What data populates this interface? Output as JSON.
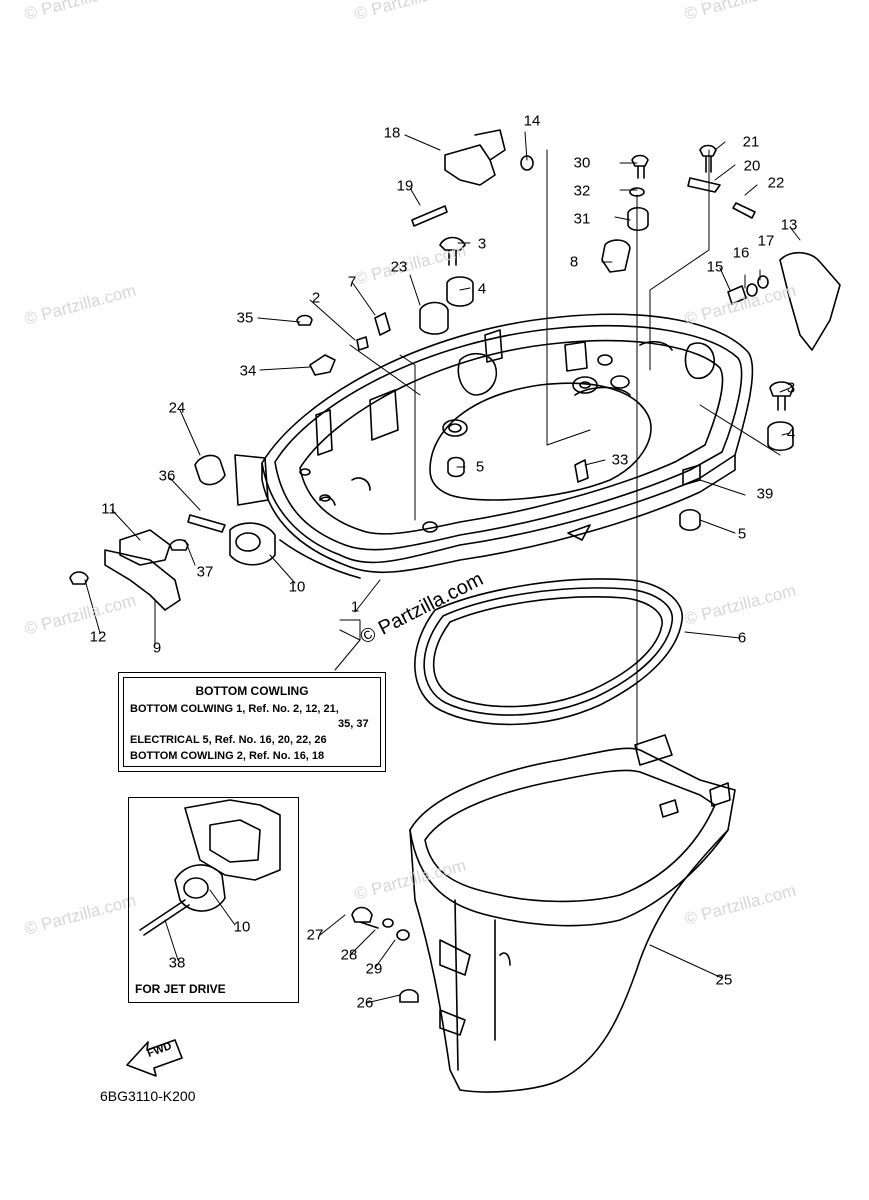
{
  "watermark": "© Partzilla.com",
  "center_watermark": "© Partzilla.com",
  "callouts": [
    {
      "id": "c18",
      "text": "18"
    },
    {
      "id": "c14",
      "text": "14"
    },
    {
      "id": "c21",
      "text": "21"
    },
    {
      "id": "c30",
      "text": "30"
    },
    {
      "id": "c20",
      "text": "20"
    },
    {
      "id": "c22",
      "text": "22"
    },
    {
      "id": "c32",
      "text": "32"
    },
    {
      "id": "c19",
      "text": "19"
    },
    {
      "id": "c31",
      "text": "31"
    },
    {
      "id": "c13",
      "text": "13"
    },
    {
      "id": "c3a",
      "text": "3"
    },
    {
      "id": "c8",
      "text": "8"
    },
    {
      "id": "c17",
      "text": "17"
    },
    {
      "id": "c16",
      "text": "16"
    },
    {
      "id": "c23",
      "text": "23"
    },
    {
      "id": "c15",
      "text": "15"
    },
    {
      "id": "c4a",
      "text": "4"
    },
    {
      "id": "c7",
      "text": "7"
    },
    {
      "id": "c2",
      "text": "2"
    },
    {
      "id": "c35",
      "text": "35"
    },
    {
      "id": "c34",
      "text": "34"
    },
    {
      "id": "c3b",
      "text": "3"
    },
    {
      "id": "c24",
      "text": "24"
    },
    {
      "id": "c4b",
      "text": "4"
    },
    {
      "id": "c5a",
      "text": "5"
    },
    {
      "id": "c33",
      "text": "33"
    },
    {
      "id": "c36",
      "text": "36"
    },
    {
      "id": "c39",
      "text": "39"
    },
    {
      "id": "c11",
      "text": "11"
    },
    {
      "id": "c5b",
      "text": "5"
    },
    {
      "id": "c37",
      "text": "37"
    },
    {
      "id": "c10a",
      "text": "10"
    },
    {
      "id": "c1",
      "text": "1"
    },
    {
      "id": "c12",
      "text": "12"
    },
    {
      "id": "c9",
      "text": "9"
    },
    {
      "id": "c6",
      "text": "6"
    },
    {
      "id": "c10b",
      "text": "10"
    },
    {
      "id": "c27",
      "text": "27"
    },
    {
      "id": "c28",
      "text": "28"
    },
    {
      "id": "c38",
      "text": "38"
    },
    {
      "id": "c29",
      "text": "29"
    },
    {
      "id": "c25",
      "text": "25"
    },
    {
      "id": "c26",
      "text": "26"
    }
  ],
  "legend": {
    "title": "BOTTOM COWLING",
    "line1": "BOTTOM COLWING 1,  Ref. No. 2, 12, 21,",
    "line2": "35, 37",
    "line3": "ELECTRICAL 5,  Ref. No. 16, 20, 22, 26",
    "line4": "BOTTOM COWLING 2,  Ref. No. 16, 18"
  },
  "inset": {
    "label": "FOR JET DRIVE"
  },
  "fwd_label": "FWD",
  "drawing_code": "6BG3110-K200"
}
